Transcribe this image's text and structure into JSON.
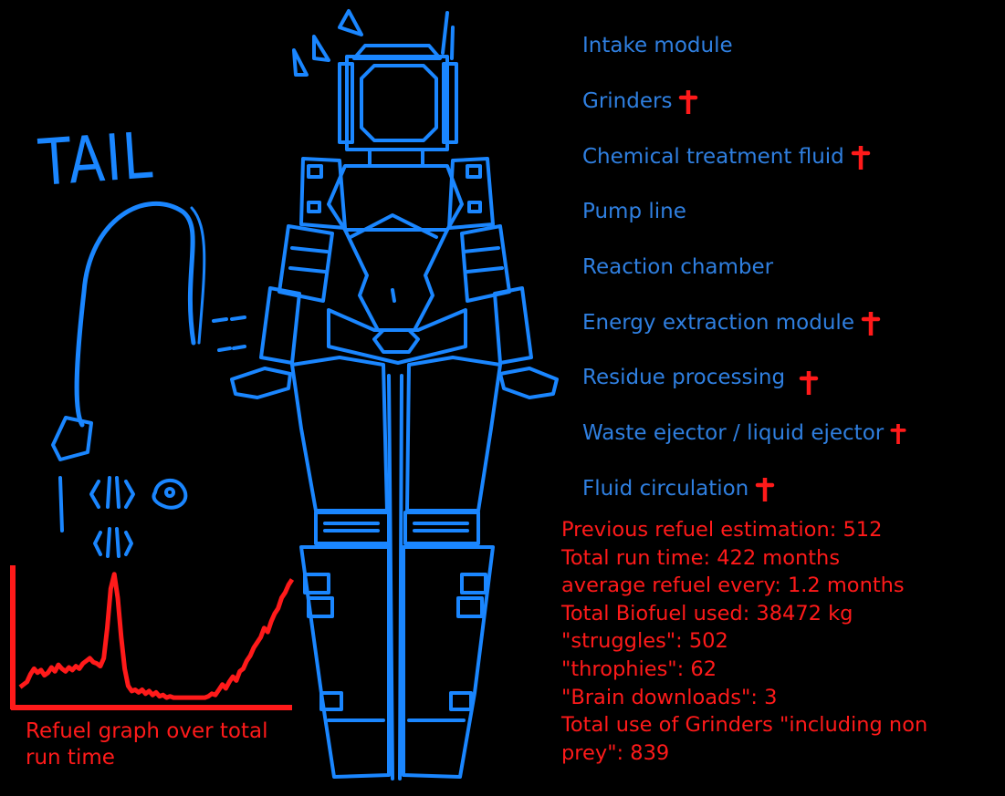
{
  "tail_label": "TAIL",
  "parts": [
    {
      "label": "Intake module",
      "marked": false
    },
    {
      "label": "Grinders",
      "marked": true
    },
    {
      "label": "Chemical treatment fluid",
      "marked": true
    },
    {
      "label": "Pump line",
      "marked": false
    },
    {
      "label": "Reaction chamber",
      "marked": false
    },
    {
      "label": "Energy extraction module",
      "marked": true
    },
    {
      "label": "Residue processing",
      "marked": true
    },
    {
      "label": "Waste ejector / liquid ejector",
      "marked": true
    },
    {
      "label": "Fluid circulation",
      "marked": true
    }
  ],
  "stats": [
    "Previous refuel estimation: 512",
    "Total run time: 422 months",
    "average refuel every: 1.2 months",
    "Total Biofuel used: 38472 kg",
    "\"struggles\": 502",
    "\"throphies\": 62",
    "\"Brain downloads\": 3",
    "Total use of Grinders \"including non",
    "prey\": 839"
  ],
  "graph": {
    "caption_line1": "Refuel graph over total",
    "caption_line2": "run time",
    "values": [
      10,
      12,
      14,
      20,
      24,
      21,
      23,
      19,
      21,
      25,
      22,
      27,
      24,
      22,
      25,
      23,
      26,
      24,
      28,
      30,
      32,
      29,
      28,
      26,
      32,
      55,
      85,
      96,
      78,
      48,
      24,
      11,
      7,
      8,
      6,
      8,
      5,
      7,
      4,
      6,
      3,
      4,
      2,
      3,
      2,
      2,
      2,
      2,
      2,
      2,
      2,
      2,
      2,
      2,
      3,
      5,
      4,
      8,
      12,
      9,
      14,
      18,
      15,
      22,
      24,
      30,
      34,
      40,
      44,
      48,
      55,
      52,
      60,
      66,
      70,
      78,
      82,
      88,
      92
    ],
    "ymax": 100
  },
  "colors": {
    "background": "#000000",
    "robot_line": "#1a86ff",
    "label_text": "#2f7fe0",
    "accent_red": "#ff1a1a"
  },
  "icons": [
    "cross-icon"
  ]
}
